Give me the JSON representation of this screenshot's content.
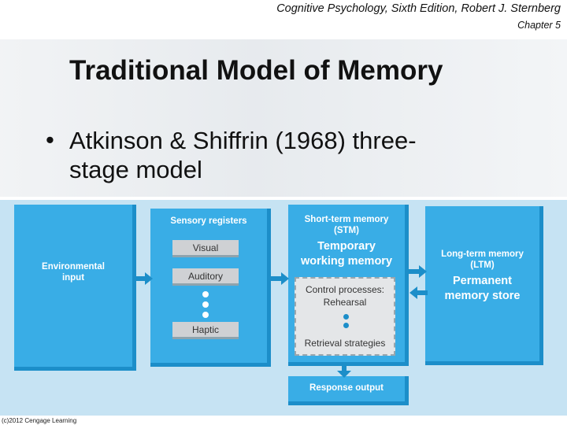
{
  "header": {
    "book": "Cognitive Psychology, Sixth Edition, Robert J. Sternberg",
    "chapter": "Chapter 5"
  },
  "slide": {
    "title": "Traditional Model of Memory",
    "bullet": "Atkinson & Shiffrin (1968) three-stage model",
    "bullet_line1": "Atkinson & Shiffrin (1968) three-",
    "bullet_line2": "stage model"
  },
  "diagram": {
    "environmental_input": "Environmental input",
    "environmental_line1": "Environmental",
    "environmental_line2": "input",
    "sensory_registers": {
      "title": "Sensory registers",
      "items": [
        "Visual",
        "Auditory",
        "Haptic"
      ]
    },
    "stm": {
      "title_line1": "Short-term memory",
      "title_line2": "(STM)",
      "subtitle_line1": "Temporary",
      "subtitle_line2": "working memory",
      "control_line1": "Control processes:",
      "control_line2": "Rehearsal",
      "control_line3": "Retrieval strategies"
    },
    "ltm": {
      "title_line1": "Long-term memory",
      "title_line2": "(LTM)",
      "subtitle_line1": "Permanent",
      "subtitle_line2": "memory store"
    },
    "response_output": "Response output"
  },
  "footer": {
    "copyright": "(c)2012 Cengage Learning"
  },
  "colors": {
    "panel": "#39ade6",
    "panel_shadow": "#1c8ec9",
    "diagram_bg": "#c6e3f3",
    "register_box": "#cfd1d4"
  }
}
